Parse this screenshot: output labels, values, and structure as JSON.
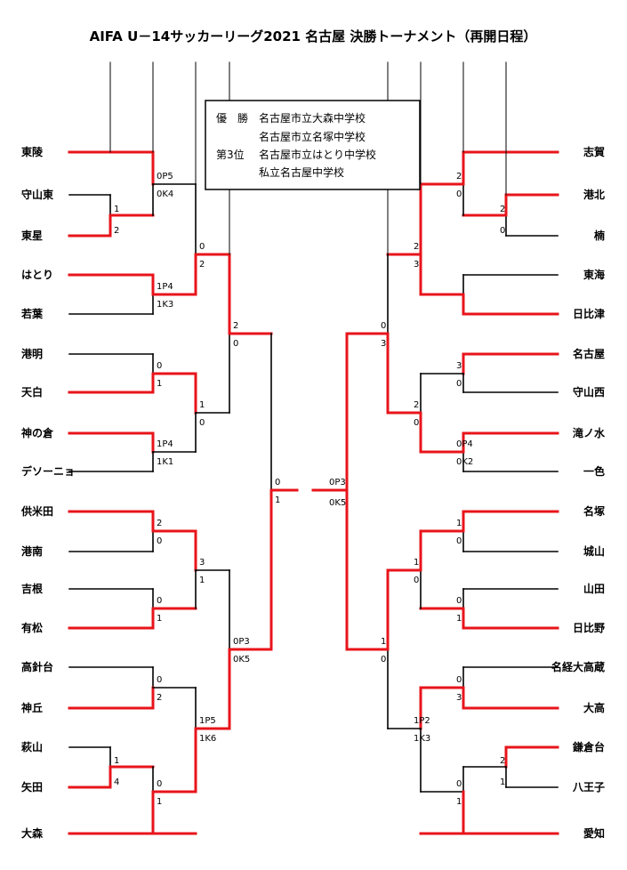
{
  "title": "AIFA  U－14サッカーリーグ2021  名古屋  決勝トーナメント（再開日程）",
  "results": {
    "champion_label": "優　勝",
    "third_label": "第3位",
    "champions": [
      "名古屋市立大森中学校",
      "名古屋市立名塚中学校"
    ],
    "third_place": [
      "名古屋市立はとり中学校",
      "私立名古屋中学校"
    ]
  },
  "left_teams": [
    "東陵",
    "守山東",
    "東星",
    "はとり",
    "若葉",
    "港明",
    "天白",
    "神の倉",
    "デソーニョ",
    "供米田",
    "港南",
    "吉根",
    "有松",
    "高針台",
    "神丘",
    "萩山",
    "矢田",
    "大森"
  ],
  "right_teams": [
    "志賀",
    "港北",
    "楠",
    "東海",
    "日比津",
    "名古屋",
    "守山西",
    "滝ノ水",
    "一色",
    "名塚",
    "城山",
    "山田",
    "日比野",
    "名経大高蔵",
    "大高",
    "鎌倉台",
    "八王子",
    "愛知"
  ],
  "scores": {
    "l_r1a": [
      "1",
      "2"
    ],
    "l_r1b": [
      "1",
      "4"
    ],
    "l_r2": [
      [
        "0P5",
        "0K4"
      ],
      [
        "1P4",
        "1K3"
      ],
      [
        "0",
        "1"
      ],
      [
        "1P4",
        "1K1"
      ],
      [
        "2",
        "0"
      ],
      [
        "0",
        "1"
      ],
      [
        "0",
        "2"
      ],
      [
        "0",
        "1"
      ]
    ],
    "l_r3": [
      [
        "0",
        "2"
      ],
      [
        "1",
        "0"
      ],
      [
        "3",
        "1"
      ],
      [
        "1P5",
        "1K6"
      ]
    ],
    "l_r4": [
      [
        "2",
        "0"
      ],
      [
        "0P3",
        "0K5"
      ]
    ],
    "l_sf": [
      "0",
      "1"
    ],
    "r_r1a": [
      "2",
      "0"
    ],
    "r_r1b": [
      "2",
      "1"
    ],
    "r_r2": [
      [
        "2",
        "0"
      ],
      [
        "",
        ""
      ],
      [
        "3",
        "0"
      ],
      [
        "0P4",
        "0K2"
      ],
      [
        "1",
        "0"
      ],
      [
        "0",
        "1"
      ],
      [
        "0",
        "3"
      ],
      [
        "0",
        "1"
      ]
    ],
    "r_r3": [
      [
        "2",
        "3"
      ],
      [
        "2",
        "0"
      ],
      [
        "1",
        "0"
      ],
      [
        "1P2",
        "1K3"
      ]
    ],
    "r_r4": [
      [
        "0",
        "3"
      ],
      [
        "1",
        "0"
      ]
    ],
    "r_sf": [
      "0P3",
      "0K5"
    ]
  }
}
